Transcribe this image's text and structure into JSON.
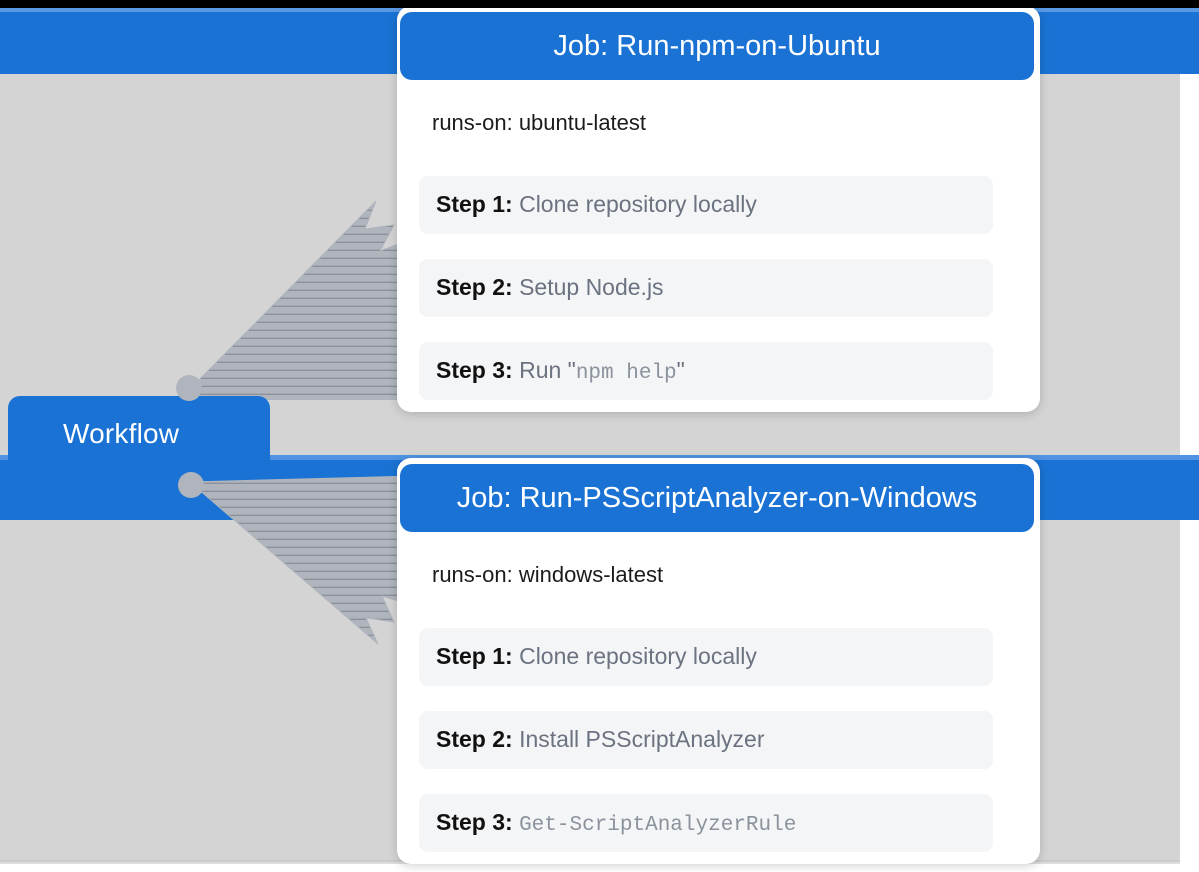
{
  "diagram": {
    "title": "GitHub Actions workflow job diagram",
    "background_color": "#d4d4d4",
    "accent_color": "#1a73d4",
    "connector_color": "#b0b5bd",
    "workflow_node": {
      "label": "Workflow",
      "connector_node_names": [
        "workflow-connector-top",
        "workflow-connector-bottom"
      ]
    },
    "jobs": [
      {
        "title": "Job: Run-npm-on-Ubuntu",
        "runs_on": "runs-on: ubuntu-latest",
        "steps": [
          {
            "key": "Step 1:",
            "value": "Clone repository locally",
            "code": "",
            "tail": ""
          },
          {
            "key": "Step 2:",
            "value": "Setup Node.js",
            "code": "",
            "tail": ""
          },
          {
            "key": "Step 3:",
            "value": "Run \"",
            "code": "npm help",
            "tail": "\""
          }
        ]
      },
      {
        "title": "Job: Run-PSScriptAnalyzer-on-Windows",
        "runs_on": "runs-on: windows-latest",
        "steps": [
          {
            "key": "Step 1:",
            "value": "Clone repository locally",
            "code": "",
            "tail": ""
          },
          {
            "key": "Step 2:",
            "value": "Install PSScriptAnalyzer",
            "code": "",
            "tail": ""
          },
          {
            "key": "Step 3:",
            "value": "",
            "code": "Get-ScriptAnalyzerRule",
            "tail": ""
          }
        ]
      }
    ]
  }
}
